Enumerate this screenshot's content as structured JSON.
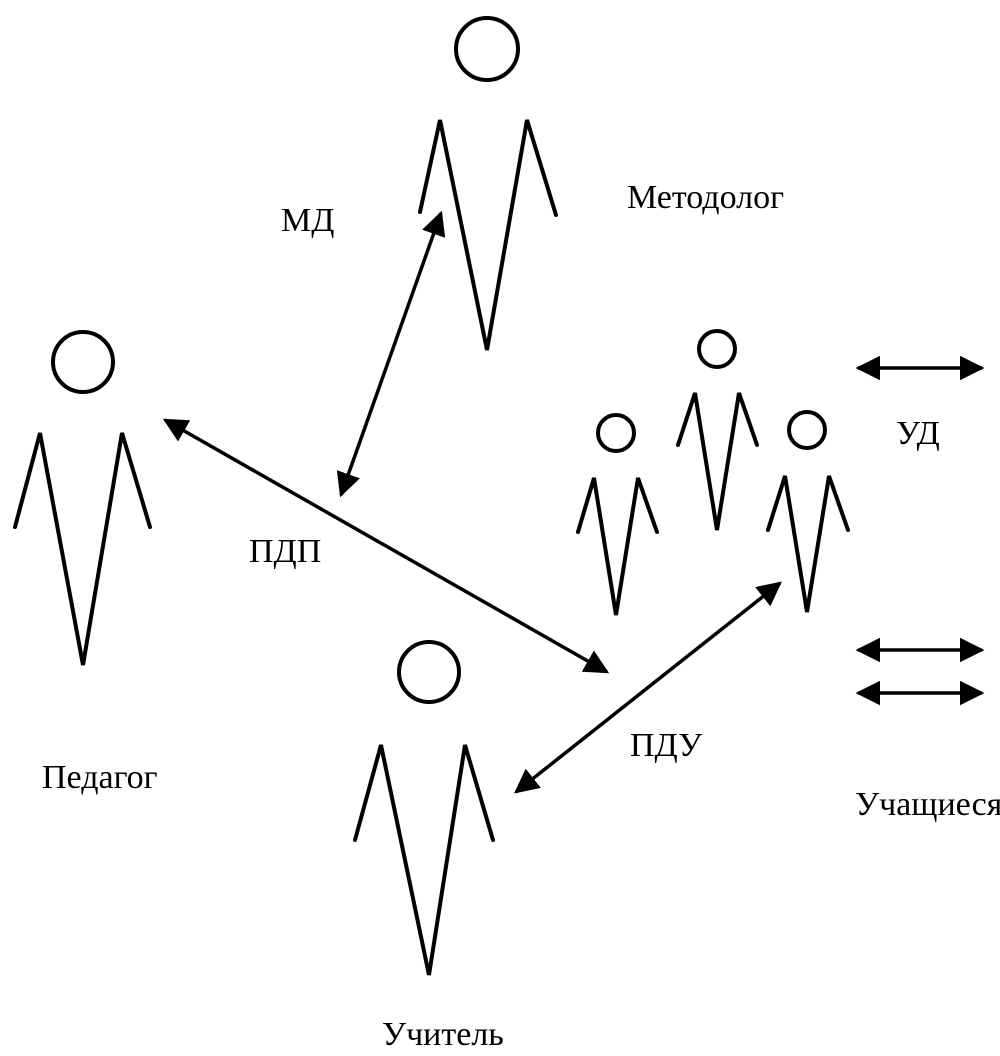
{
  "labels": {
    "methodologist": "Методолог",
    "md": "МД",
    "teacher_pedagogue": "Педагог",
    "pdp": "ПДП",
    "students": "Учащиеся",
    "ud": "УД",
    "pdu": "ПДУ",
    "teacher": "Учитель"
  },
  "colors": {
    "line": "#000000",
    "background": "#ffffff"
  }
}
